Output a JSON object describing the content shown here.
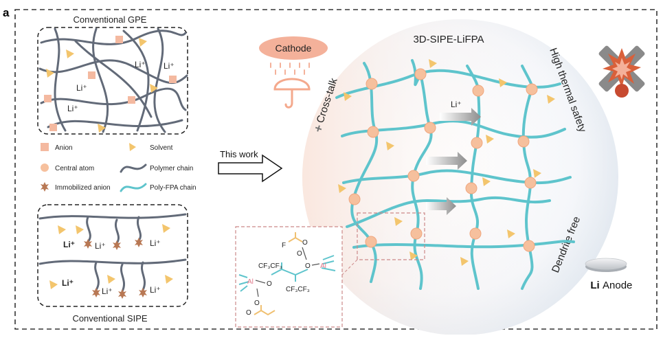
{
  "panel_letter": "a",
  "gpe": {
    "title": "Conventional GPE",
    "li_labels": [
      "Li⁺",
      "Li⁺",
      "Li⁺",
      "Li⁺"
    ]
  },
  "legend": {
    "anion": "Anion",
    "solvent": "Solvent",
    "central_atom": "Central atom",
    "polymer_chain": "Polymer chain",
    "immobilized_anion": "Immobilized anion",
    "poly_fpa_chain": "Poly-FPA chain"
  },
  "sipe": {
    "title": "Conventional SIPE",
    "li_labels": [
      "Li⁺",
      "Li⁺",
      "Li⁺",
      "Li⁺",
      "Li⁺",
      "Li⁺"
    ]
  },
  "arrow_label": "This work",
  "cathode_label": "Cathode",
  "circle_title": "3D-SIPE-LiFPA",
  "crosstalk_label": "Cross-talk",
  "thermal_label": "High thermal safety",
  "dendrite_label": "Dendrite free",
  "li_flow_label": "Li⁺",
  "anode_label_bold": "Li",
  "anode_label_rest": " Anode",
  "chem": {
    "f": "F",
    "o_labels": [
      "O",
      "O",
      "O",
      "O",
      "O",
      "O"
    ],
    "al_labels": [
      "Al",
      "Al"
    ],
    "cf_top": "CF₃CF₃",
    "cf_bottom": "CF₃CF₃"
  },
  "colors": {
    "anion": "#f4b9a0",
    "solvent": "#f3c56d",
    "central_atom": "#f6c09d",
    "polymer_chain": "#626a78",
    "poly_fpa": "#5ec4cc",
    "immobilized": "#b87854",
    "cathode": "#f4b19a",
    "al": "#e0788a"
  }
}
